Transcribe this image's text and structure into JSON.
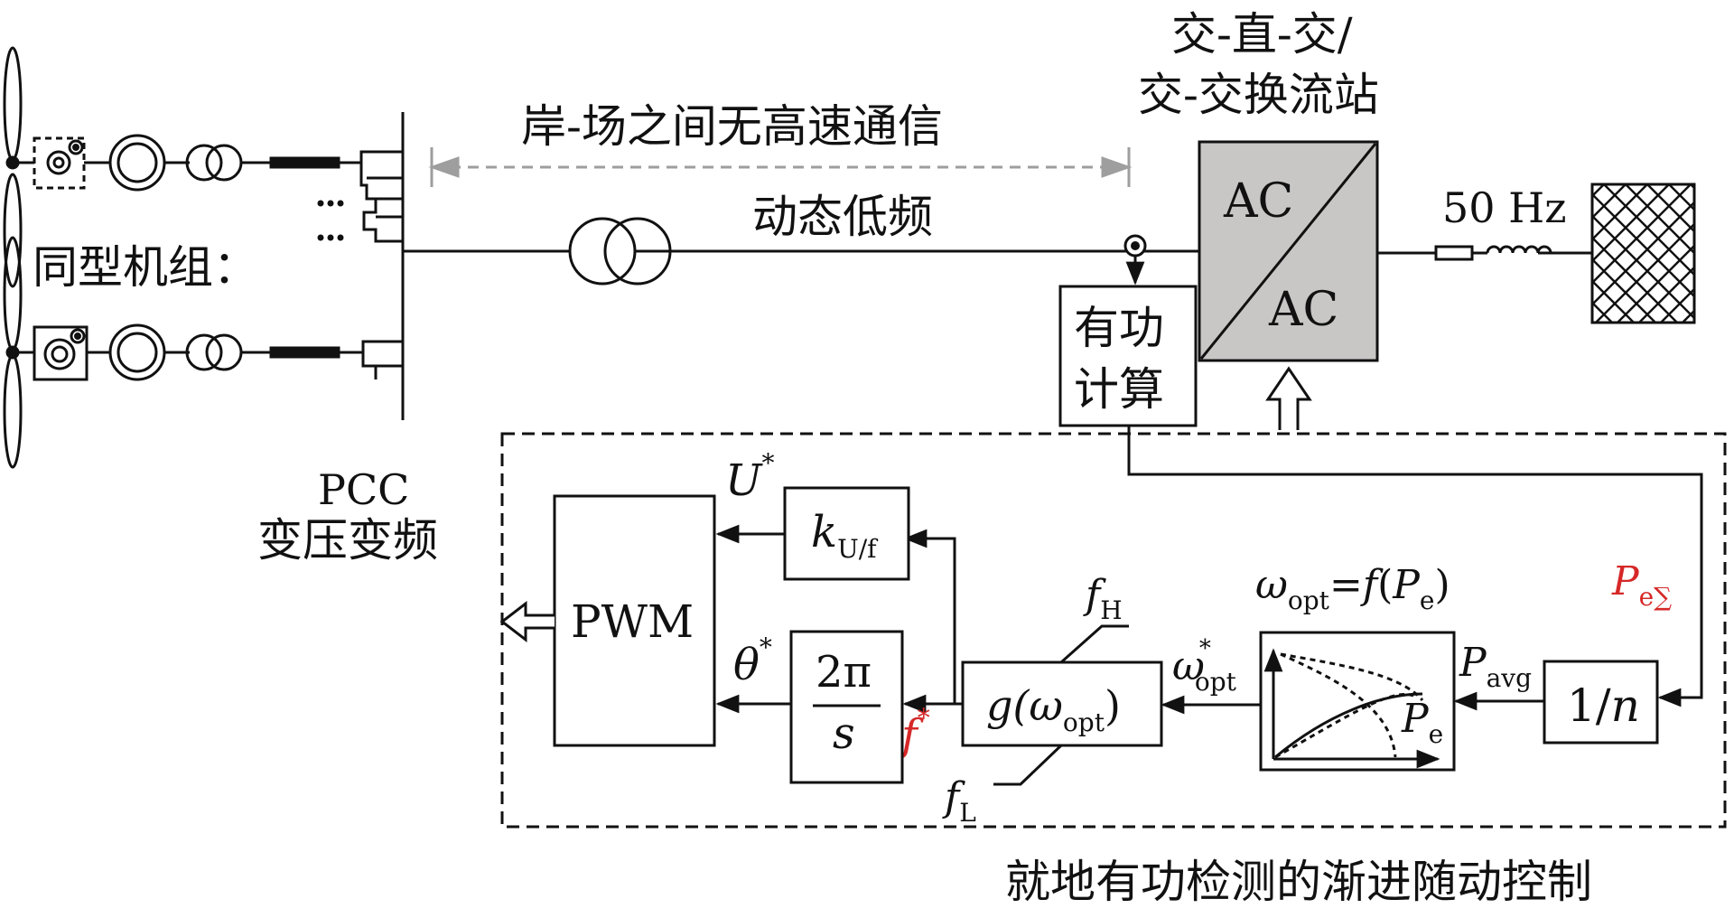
{
  "labels": {
    "cluster": "同型机组：",
    "no_comm": "岸-场之间无高速通信",
    "dynamic_low_freq": "动态低频",
    "station_line1": "交-直-交/",
    "station_line2": "交-交换流站",
    "freq_50hz": "50 Hz",
    "converter_top": "AC",
    "converter_bottom": "AC",
    "active_calc_line1": "有功",
    "active_calc_line2": "计算",
    "pcc_line1": "PCC",
    "pcc_line2": "变压变频",
    "bottom_caption": "就地有功检测的渐进随动控制"
  },
  "blocks": {
    "pwm": "PWM",
    "k_main": "k",
    "k_sub": "U/f",
    "two_pi": "2π",
    "s": "s",
    "g_pre": "g(ω",
    "g_sub": "opt",
    "g_post": ")",
    "one_over_n_pre": "1/",
    "one_over_n_n": "n"
  },
  "signals": {
    "U": "U",
    "U_sup": "*",
    "theta": "θ",
    "theta_sup": "*",
    "f": "f",
    "f_sup": "*",
    "fH": "f",
    "fH_sub": "H",
    "fL": "f",
    "fL_sub": "L",
    "omega_opt": "ω",
    "omega_opt_sup": "*",
    "omega_opt_sub": "opt",
    "formula_omega": "ω",
    "formula_sub": "opt",
    "formula_eq": "=",
    "formula_f": "f",
    "formula_paren_open": "(",
    "formula_P": "P",
    "formula_P_sub": "e",
    "formula_paren_close": ")",
    "P_avg": "P",
    "P_avg_sub": "avg",
    "P_e": "P",
    "P_e_sub": "e",
    "P_esum": "P",
    "P_esum_sub": "e∑"
  },
  "colors": {
    "line": "#111111",
    "converter_fill": "#c9c6c6",
    "highlight": "#d62828",
    "dashed_gray": "#9e9e9e"
  }
}
